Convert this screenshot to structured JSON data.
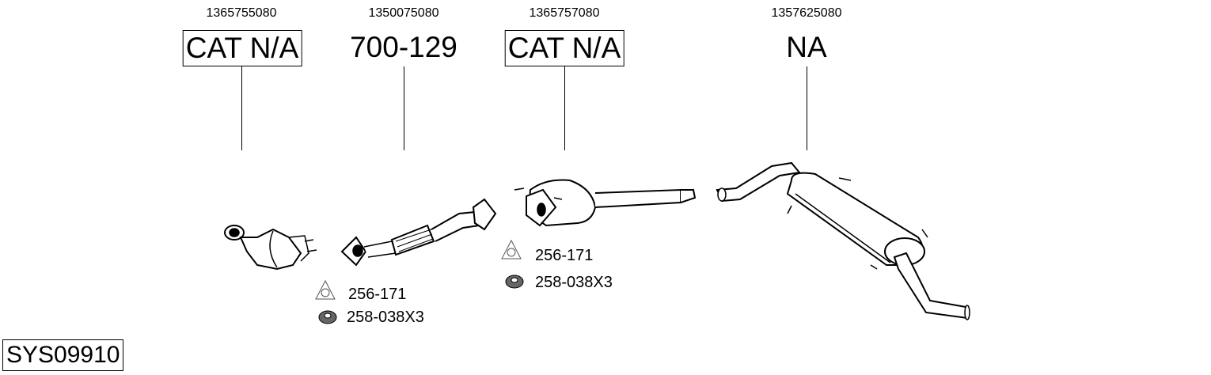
{
  "parts": [
    {
      "number": "1365755080",
      "label": "CAT N/A",
      "boxed": true
    },
    {
      "number": "1350075080",
      "label": "700-129",
      "boxed": false
    },
    {
      "number": "1365757080",
      "label": "CAT N/A",
      "boxed": true
    },
    {
      "number": "1357625080",
      "label": "NA",
      "boxed": false
    }
  ],
  "accessories": [
    {
      "gasket": "256-171",
      "nut": "258-038X3"
    },
    {
      "gasket": "256-171",
      "nut": "258-038X3"
    }
  ],
  "system_id": "SYS09910"
}
